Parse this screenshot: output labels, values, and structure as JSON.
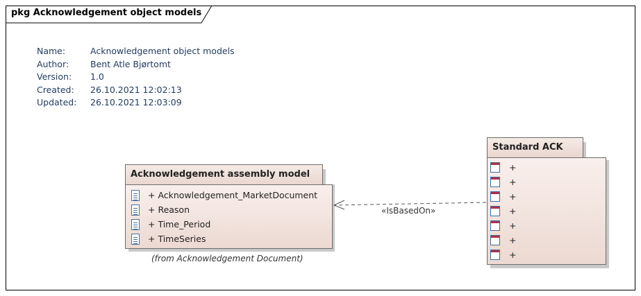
{
  "frame": {
    "title": "pkg Acknowledgement object models"
  },
  "meta": [
    {
      "key": "Name:",
      "value": "Acknowledgement object models"
    },
    {
      "key": "Author:",
      "value": "Bent Atle Bjørtomt"
    },
    {
      "key": "Version:",
      "value": "1.0"
    },
    {
      "key": "Created:",
      "value": "26.10.2021 12:02:13"
    },
    {
      "key": "Updated:",
      "value": "26.10.2021 12:03:09"
    }
  ],
  "assembly_package": {
    "title": "Acknowledgement assembly model",
    "items": [
      "+ Acknowledgement_MarketDocument",
      "+ Reason",
      "+ Time_Period",
      "+ TimeSeries"
    ],
    "from_note": "(from Acknowledgement Document)"
  },
  "standard_package": {
    "title": "Standard ACK",
    "items": [
      "+",
      "+",
      "+",
      "+",
      "+",
      "+",
      "+"
    ]
  },
  "dependency": {
    "label": "«IsBasedOn»"
  }
}
